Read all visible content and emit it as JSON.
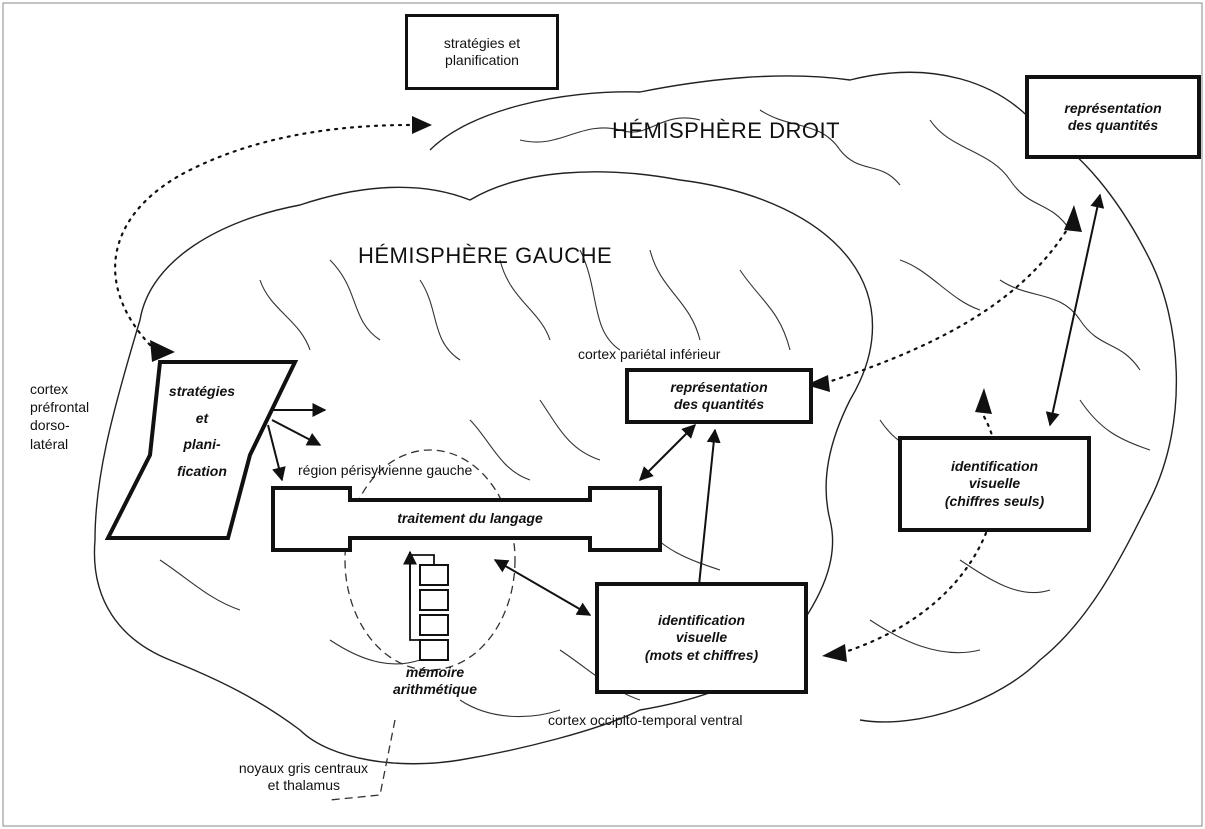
{
  "labels": {
    "hemisphere_right": "HÉMISPHÈRE DROIT",
    "hemisphere_left": "HÉMISPHÈRE GAUCHE",
    "prefrontal_line1": "cortex",
    "prefrontal_line2": "préfrontal",
    "prefrontal_line3": "dorso-",
    "prefrontal_line4": "latéral",
    "parietal": "cortex pariétal inférieur",
    "perisylvian": "région périsylvienne gauche",
    "occipito": "cortex occipito-temporal ventral",
    "basal_line1": "noyaux gris centraux",
    "basal_line2": "et thalamus"
  },
  "boxes": {
    "strategies_right": {
      "line1": "stratégies et",
      "line2": "planification"
    },
    "quantities_right": {
      "line1": "représentation",
      "line2": "des quantités"
    },
    "quantities_left": {
      "line1": "représentation",
      "line2": "des quantités"
    },
    "strategies_left": {
      "line1": "stratégies",
      "line2": "et",
      "line3": "plani-",
      "line4": "fication"
    },
    "language": {
      "label": "traitement du langage"
    },
    "memory": {
      "line1": "mémoire",
      "line2": "arithmétique"
    },
    "visual_words": {
      "line1": "identification",
      "line2": "visuelle",
      "line3": "(mots et chiffres)"
    },
    "visual_digits": {
      "line1": "identification",
      "line2": "visuelle",
      "line3": "(chiffres seuls)"
    }
  }
}
